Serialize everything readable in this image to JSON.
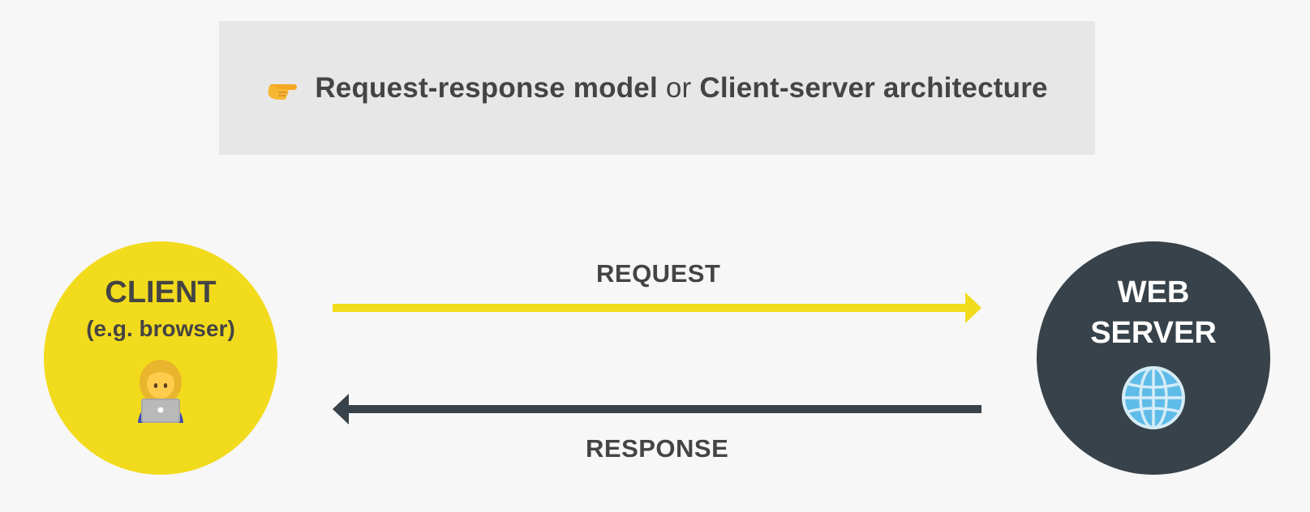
{
  "banner": {
    "icon": "pointing-hand-icon",
    "part1": "Request-response model",
    "separator": "or",
    "part2": "Client-server architecture"
  },
  "client": {
    "title": "CLIENT",
    "subtitle": "(e.g. browser)",
    "icon": "person-with-laptop-icon",
    "color": "#f2db1c"
  },
  "server": {
    "title_line1": "WEB",
    "title_line2": "SERVER",
    "icon": "globe-icon",
    "color": "#37424a"
  },
  "request": {
    "label": "REQUEST",
    "color": "#f2db1c"
  },
  "response": {
    "label": "RESPONSE",
    "color": "#37424a"
  }
}
